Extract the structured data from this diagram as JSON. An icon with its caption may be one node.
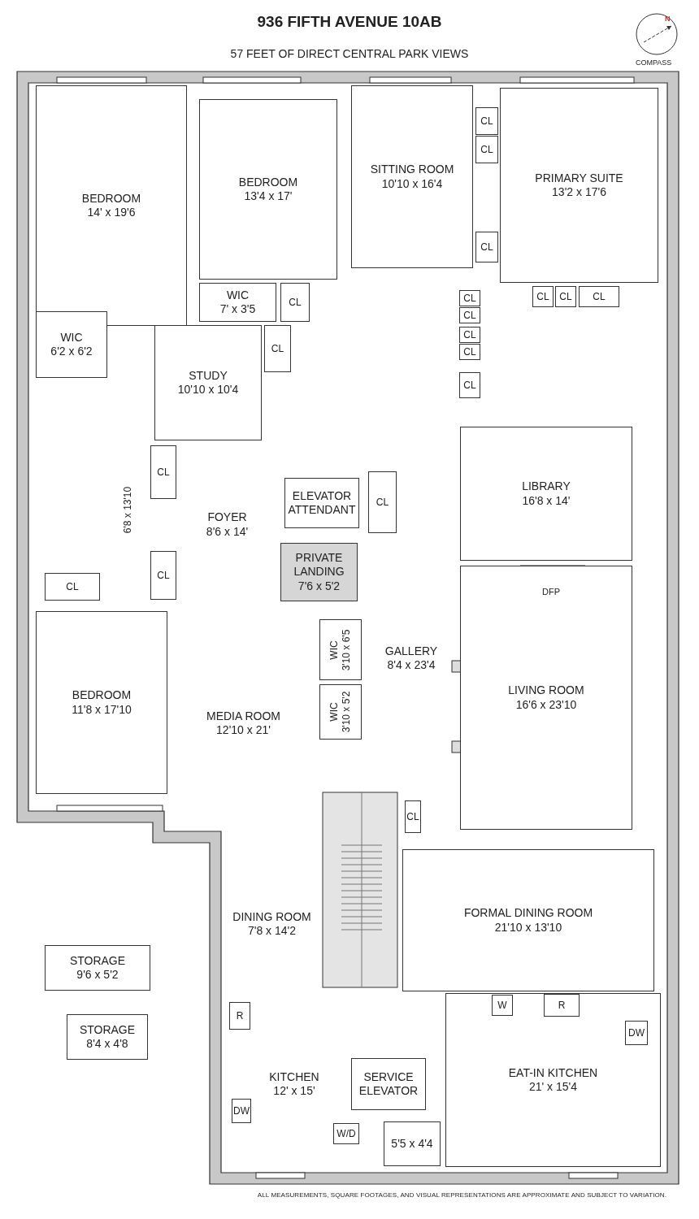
{
  "diagram": {
    "title": "936 FIFTH AVENUE 10AB",
    "caption": "ALL MEASUREMENTS, SQUARE FOOTAGES, AND VISUAL REPRESENTATIONS ARE APPROXIMATE AND SUBJECT TO VARIATION.",
    "nodes": [
      {
        "text": [
          "BEDROOM",
          "14' x 19'6"
        ]
      },
      {
        "text": [
          "BEDROOM",
          "13'4 x 17'"
        ]
      },
      {
        "text": [
          "SITTING ROOM",
          "10'10 x 16'4"
        ]
      },
      {
        "text": [
          "PRIMARY SUITE",
          "13'2 x 17'6"
        ]
      },
      {
        "text": [
          "CL"
        ]
      },
      {
        "text": [
          "CL"
        ]
      },
      {
        "text": [
          "CL"
        ]
      },
      {
        "text": [
          "WIC",
          "6'2 x 6'2"
        ]
      },
      {
        "text": [
          "WIC",
          "7' x 3'5"
        ]
      },
      {
        "text": [
          "CL"
        ]
      },
      {
        "text": [
          "CL"
        ]
      },
      {
        "text": [
          "CL"
        ]
      },
      {
        "text": [
          "CL"
        ]
      },
      {
        "text": [
          "CL"
        ]
      },
      {
        "text": [
          "CL"
        ]
      },
      {
        "text": [
          "CL"
        ]
      },
      {
        "text": [
          "CL"
        ]
      },
      {
        "text": [
          "CL"
        ]
      },
      {
        "text": [
          "STUDY",
          "10'10 x 10'4"
        ]
      },
      {
        "text": [
          "CL"
        ]
      },
      {
        "text": [
          "CL"
        ]
      },
      {
        "text": [
          "6'8 x 13'10"
        ]
      },
      {
        "text": [
          "FOYER",
          "8'6 x 14'"
        ]
      },
      {
        "text": [
          "ELEVATOR ATTENDANT"
        ]
      },
      {
        "text": [
          "CL"
        ]
      },
      {
        "text": [
          "LIBRARY",
          "16'8 x 14'"
        ]
      },
      {
        "text": [
          "PRIVATE LANDING",
          "7'6 x 5'2"
        ]
      },
      {
        "text": [
          "CL"
        ]
      },
      {
        "text": [
          "CL"
        ]
      },
      {
        "text": [
          "WIC",
          "3'10 x 6'5"
        ]
      },
      {
        "text": [
          "GALLERY",
          "8'4 x 23'4"
        ]
      },
      {
        "text": [
          "BEDROOM",
          "11'8 x 17'10"
        ]
      },
      {
        "text": [
          "MEDIA ROOM",
          "12'10 x 21'"
        ]
      },
      {
        "text": [
          "LIVING ROOM",
          "16'6 x 23'10"
        ]
      },
      {
        "text": [
          "WIC",
          "3'10 x 5'2"
        ]
      },
      {
        "text": [
          "CL"
        ]
      },
      {
        "text": [
          "DINING ROOM",
          "7'8 x 14'2"
        ]
      },
      {
        "text": [
          "FORMAL DINING ROOM",
          "21'10 x 13'10"
        ]
      },
      {
        "text": [
          "STORAGE",
          "9'6 x 5'2"
        ]
      },
      {
        "text": [
          "STORAGE",
          "8'4 x 4'8"
        ]
      },
      {
        "text": [
          "KITCHEN",
          "12' x 15'"
        ]
      },
      {
        "text": [
          "R"
        ],
        "in": 40
      },
      {
        "text": [
          "DW"
        ],
        "in": 40
      },
      {
        "text": [
          "W/D"
        ],
        "in": 40
      },
      {
        "text": [
          "SERVICE ELEVATOR"
        ]
      },
      {
        "text": [
          "EAT-IN KITCHEN",
          "21' x 15'4"
        ]
      },
      {
        "text": [
          "W"
        ],
        "in": 45
      },
      {
        "text": [
          "R"
        ],
        "in": 45
      },
      {
        "text": [
          "DW"
        ],
        "in": 45
      },
      {
        "text": [
          "5'5 x 4'4"
        ]
      }
    ],
    "labels": [
      "57 FEET OF DIRECT CENTRAL PARK VIEWS",
      "N",
      "COMPASS",
      "DFP"
    ]
  }
}
